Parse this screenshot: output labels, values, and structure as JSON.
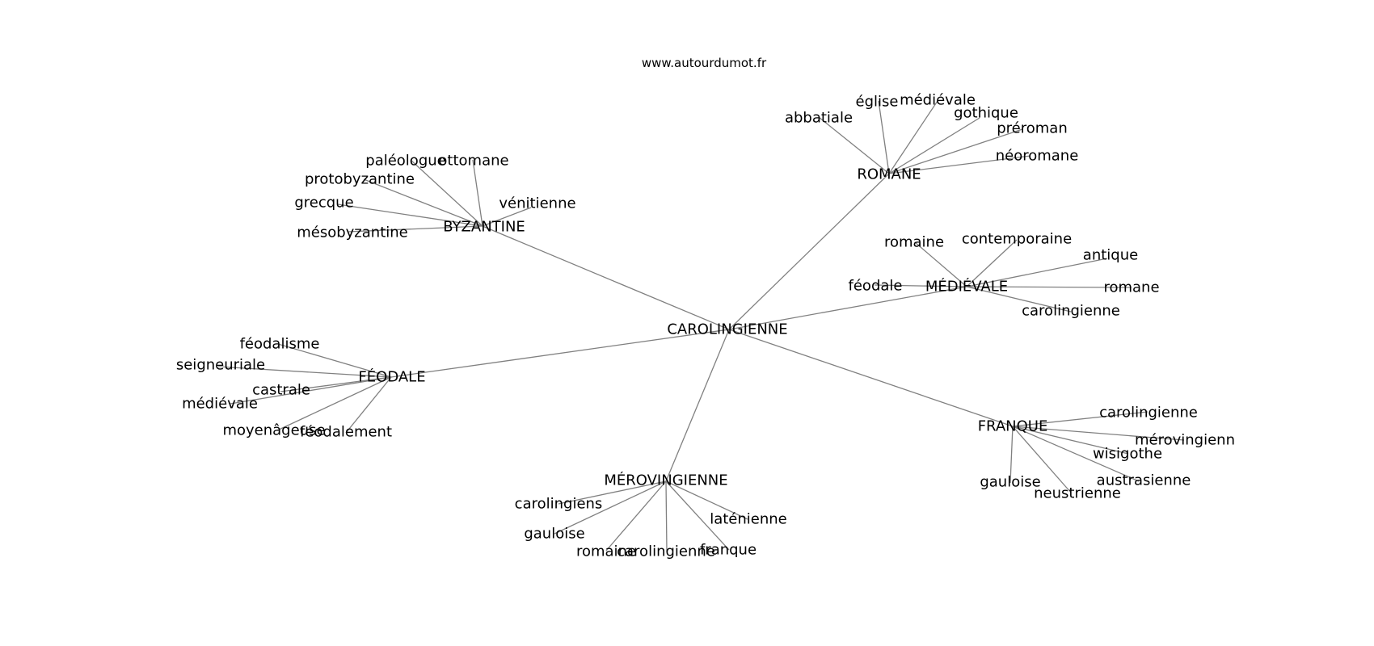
{
  "watermark": "www.autourdumot.fr",
  "graph": {
    "root": "CAROLINGIENNE",
    "hubs": [
      {
        "id": "romane_hub",
        "label": "ROMANE",
        "leaves": [
          "abbatiale",
          "église",
          "médiévale",
          "gothique",
          "préroman",
          "néoromane"
        ]
      },
      {
        "id": "byzantine_hub",
        "label": "BYZANTINE",
        "leaves": [
          "paléologue",
          "ottomane",
          "protobyzantine",
          "vénitienne",
          "grecque",
          "mésobyzantine"
        ]
      },
      {
        "id": "medievale_hub",
        "label": "MÉDIÉVALE",
        "leaves": [
          "romaine",
          "contemporaine",
          "antique",
          "féodale",
          "romane",
          "carolingienne"
        ]
      },
      {
        "id": "feodale_hub",
        "label": "FÉODALE",
        "leaves": [
          "féodalisme",
          "seigneuriale",
          "castrale",
          "médiévale",
          "moyenâgeuse",
          "féodalement"
        ]
      },
      {
        "id": "franque_hub",
        "label": "FRANQUE",
        "leaves": [
          "carolingienne",
          "mérovingienn",
          "wisigothe",
          "austrasienne",
          "gauloise",
          "neustrienne"
        ]
      },
      {
        "id": "merovingienne_hub",
        "label": "MÉROVINGIENNE",
        "leaves": [
          "carolingiens",
          "laténienne",
          "gauloise",
          "romaine",
          "carolingienne",
          "franque"
        ]
      }
    ]
  }
}
